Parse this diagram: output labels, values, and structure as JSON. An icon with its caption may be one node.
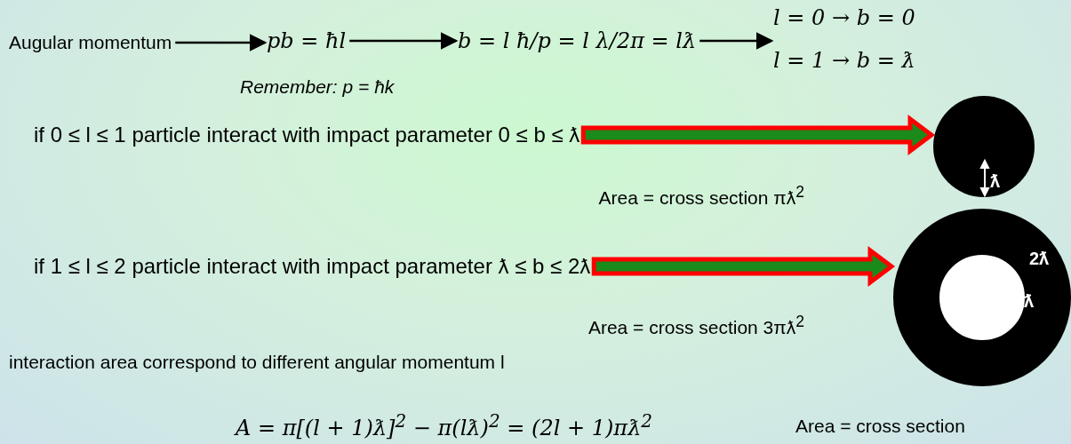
{
  "diagram": {
    "nodes": [
      {
        "text": [
          "Augular momentum"
        ]
      },
      {
        "text": [
          "pb = ħl"
        ]
      },
      {
        "text": [
          "b = l ħ/p = l λ/2π = lƛ"
        ]
      },
      {
        "text": [
          "l = 0 → b = 0",
          "l = 1 → b = ƛ"
        ]
      },
      {
        "text": [
          "if 0 ≤ l ≤ 1 particle interact with impact parameter 0 ≤ b ≤ ƛ"
        ]
      },
      {
        "text": [
          "ƛ"
        ]
      },
      {
        "text": [
          "if 1 ≤ l ≤ 2 particle interact with impact parameter ƛ ≤ b ≤ 2ƛ"
        ]
      },
      {
        "text": [
          "2ƛ",
          "ƛ"
        ]
      }
    ],
    "edges": [
      {
        "from": 0,
        "to": 1,
        "arrow": "to"
      },
      {
        "from": 1,
        "to": 2,
        "arrow": "to"
      },
      {
        "from": 2,
        "to": 3,
        "arrow": "to"
      },
      {
        "from": 4,
        "to": 5,
        "arrow": "to",
        "style": "thick",
        "color": "#ff0000"
      },
      {
        "from": 6,
        "to": 7,
        "arrow": "to",
        "style": "thick",
        "color": "#ff0000"
      }
    ],
    "labels": [
      "Remember: p = ħk",
      "Area = cross section πƛ$^{2}$",
      "Area = cross section 3πƛ$^{2}$",
      "interaction area correspond to different angular momentum l",
      "A = π[(l + 1)ƛ]$^{2}$ − π(lƛ)$^{2}$ = (2l + 1)πƛ$^{2}$",
      "Area = cross section"
    ]
  }
}
